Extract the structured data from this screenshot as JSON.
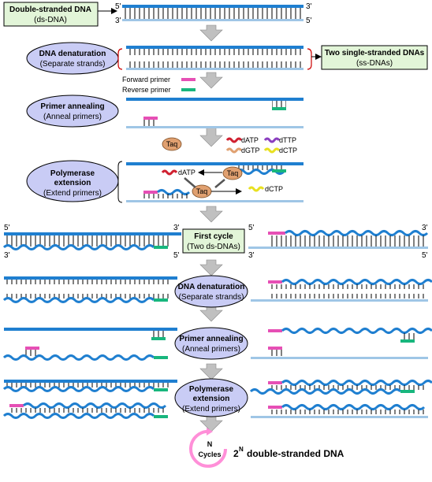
{
  "colors": {
    "dna_blue": "#1f7fd0",
    "dna_light": "#9fc6e6",
    "box_green": "#e2f5d8",
    "ellipse_blue": "#c9ccf5",
    "arrow_gray": "#c0c0c0",
    "forward_primer": "#e64fb5",
    "reverse_primer": "#18b67d",
    "taq": "#e0a070",
    "cycle_pink": "#ff8fd8"
  },
  "header": {
    "label_line1": "Double-stranded DNA",
    "label_line2": "(ds-DNA)"
  },
  "step1": {
    "line1": "DNA denaturation",
    "line2": "(Separate strands)"
  },
  "single_strands": {
    "line1": "Two single-stranded DNAs",
    "line2": "(ss-DNAs)"
  },
  "primers": {
    "forward": "Forward primer",
    "reverse": "Reverse primer"
  },
  "step2": {
    "line1": "Primer annealing",
    "line2": "(Anneal primers)"
  },
  "taq": {
    "label": "Taq"
  },
  "nucleotides": {
    "datp": "dATP",
    "dttp": "dTTP",
    "dgtp": "dGTP",
    "dctp": "dCTP"
  },
  "step3": {
    "line1": "Polymerase",
    "line2": "extension",
    "line3": "(Extend primers)"
  },
  "first_cycle": {
    "line1": "First cycle",
    "line2": "(Two ds-DNAs)"
  },
  "step4": {
    "line1": "DNA denaturation",
    "line2": "(Separate strands)"
  },
  "step5": {
    "line1": "Primer annealing",
    "line2": "(Anneal primers)"
  },
  "step6": {
    "line1": "Polymerase",
    "line2": "extension",
    "line3": "(Extend primers)"
  },
  "cycles": {
    "n": "N",
    "label": "Cycles",
    "result_base": "2",
    "result_exp": "N",
    "result_text": "double-stranded DNA"
  },
  "ends": {
    "five": "5'",
    "three": "3'"
  }
}
